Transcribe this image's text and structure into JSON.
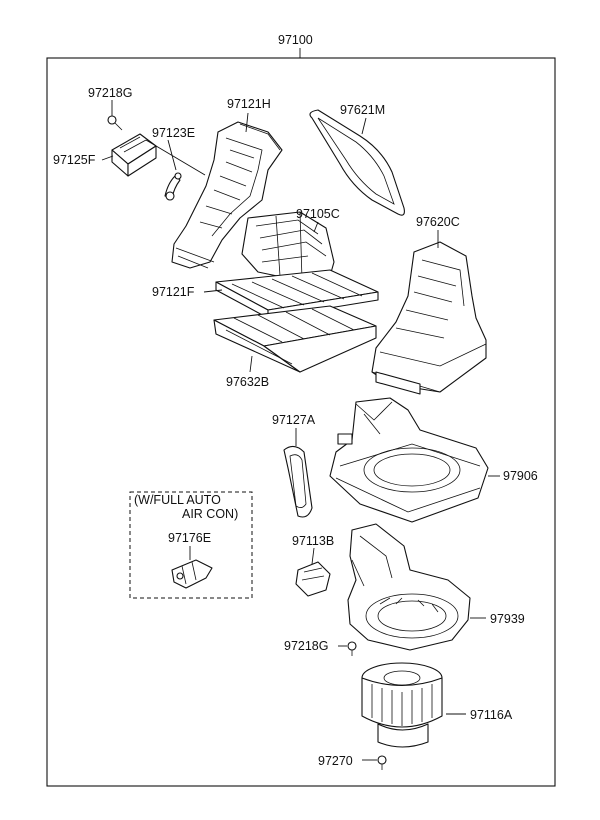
{
  "assembly_number": "97100",
  "parts": [
    {
      "id": "97218G_top",
      "label": "97218G"
    },
    {
      "id": "97125F",
      "label": "97125F"
    },
    {
      "id": "97123E",
      "label": "97123E"
    },
    {
      "id": "97121H",
      "label": "97121H"
    },
    {
      "id": "97621M",
      "label": "97621M"
    },
    {
      "id": "97105C",
      "label": "97105C"
    },
    {
      "id": "97121F",
      "label": "97121F"
    },
    {
      "id": "97632B",
      "label": "97632B"
    },
    {
      "id": "97620C",
      "label": "97620C"
    },
    {
      "id": "97127A",
      "label": "97127A"
    },
    {
      "id": "97906",
      "label": "97906"
    },
    {
      "id": "97176E",
      "label": "97176E"
    },
    {
      "id": "97113B",
      "label": "97113B"
    },
    {
      "id": "97939",
      "label": "97939"
    },
    {
      "id": "97218G_bottom",
      "label": "97218G"
    },
    {
      "id": "97116A",
      "label": "97116A"
    },
    {
      "id": "97270",
      "label": "97270"
    }
  ],
  "option_box": {
    "line1": "(W/FULL AUTO",
    "line2": "AIR CON)"
  }
}
